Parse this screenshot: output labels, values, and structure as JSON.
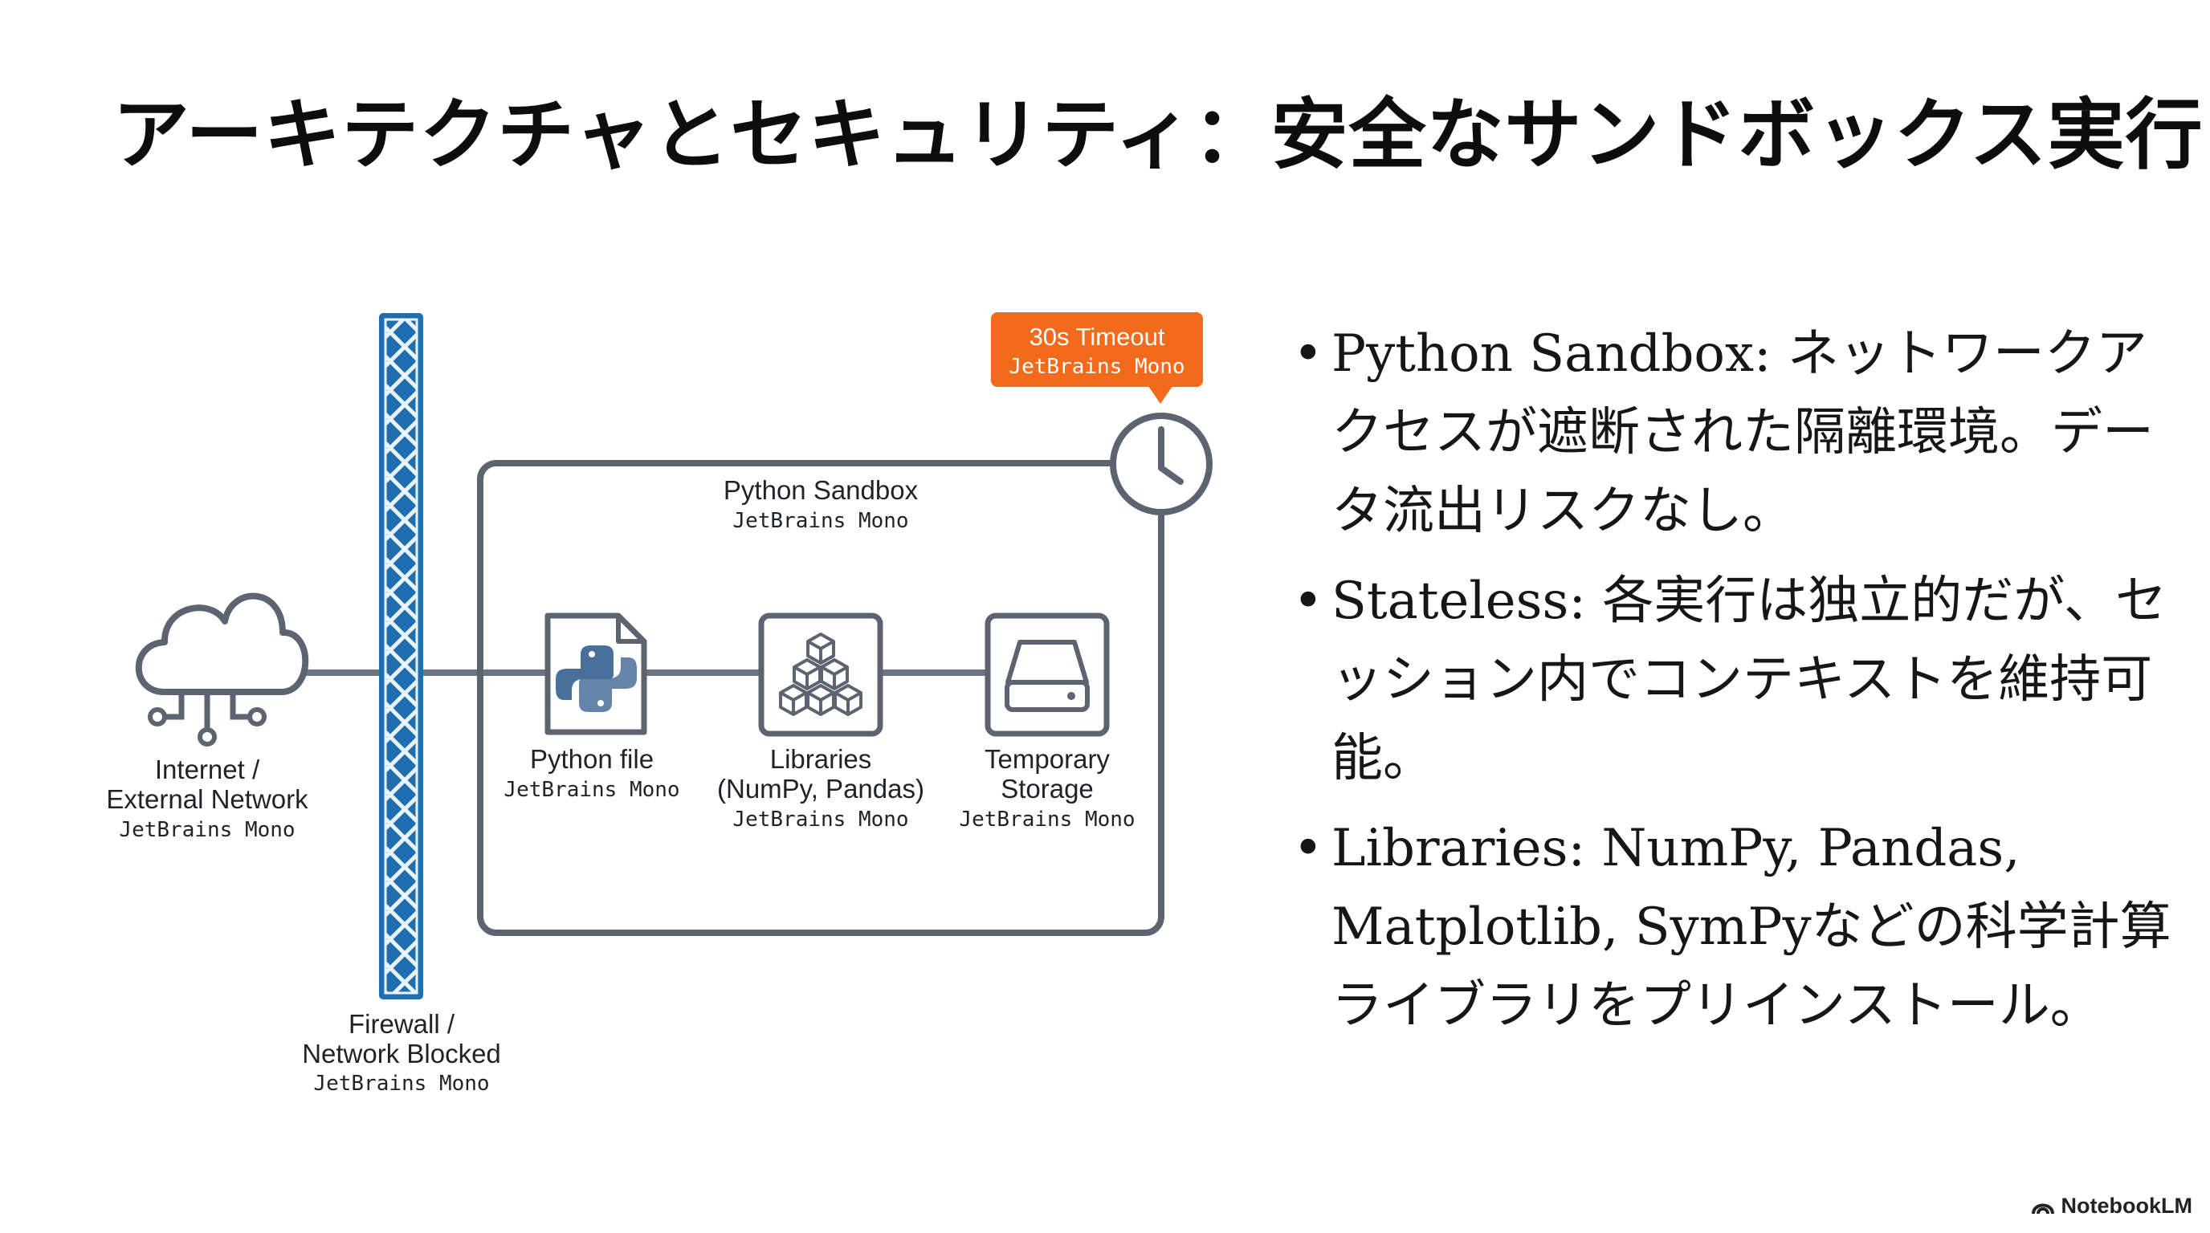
{
  "title": "アーキテクチャとセキュリティ：安全なサンドボックス実行",
  "diagram": {
    "font_caption": "JetBrains Mono",
    "timeout_badge": "30s Timeout",
    "sandbox_label": "Python Sandbox",
    "internet": {
      "line1": "Internet /",
      "line2": "External Network"
    },
    "firewall": {
      "line1": "Firewall /",
      "line2": "Network Blocked"
    },
    "python_file": {
      "line1": "Python file"
    },
    "libraries": {
      "line1": "Libraries",
      "line2": "(NumPy, Pandas)"
    },
    "storage": {
      "line1": "Temporary",
      "line2": "Storage"
    },
    "colors": {
      "firewall": "#1f6fb0",
      "timeout": "#f26a1b",
      "outline": "#5b6470",
      "python_blue": "#4a6f9a"
    }
  },
  "bullets": [
    {
      "text": "Python Sandbox: ネットワークアクセスが遮断された隔離環境。データ流出リスクなし。"
    },
    {
      "text": "Stateless: 各実行は独立的だが、セッション内でコンテキストを維持可能。"
    },
    {
      "text": "Libraries: NumPy, Pandas, Matplotlib, SymPyなどの科学計算ライブラリをプリインストール。"
    }
  ],
  "brand": {
    "name": "NotebookLM"
  }
}
